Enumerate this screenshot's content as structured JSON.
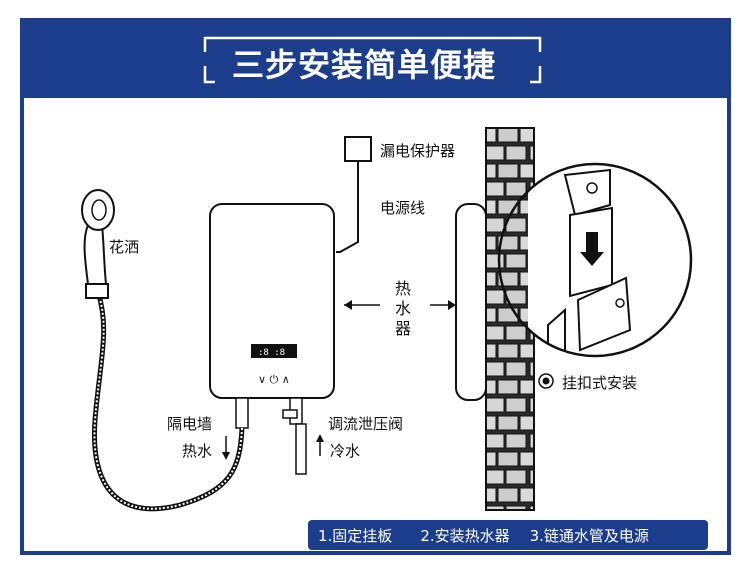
{
  "header": {
    "title": "三步安装简单便捷"
  },
  "labels": {
    "leakage_protector": "漏电保护器",
    "power_cord": "电源线",
    "shower_head": "花洒",
    "heater": "热水器",
    "hang_install": "挂扣式安装",
    "isolation_wall": "隔电墙",
    "hot_water": "热水",
    "flow_valve": "调流泄压阀",
    "cold_water": "冷水"
  },
  "steps": [
    "1.固定挂板",
    "2.安装热水器",
    "3.链通水管及电源"
  ],
  "colors": {
    "accent": "#1c3d8c",
    "background": "#ffffff",
    "line": "#111111"
  },
  "icons": [
    "radio-dot-icon",
    "down-arrow-icon",
    "up-arrow-icon",
    "double-arrow-icon"
  ]
}
